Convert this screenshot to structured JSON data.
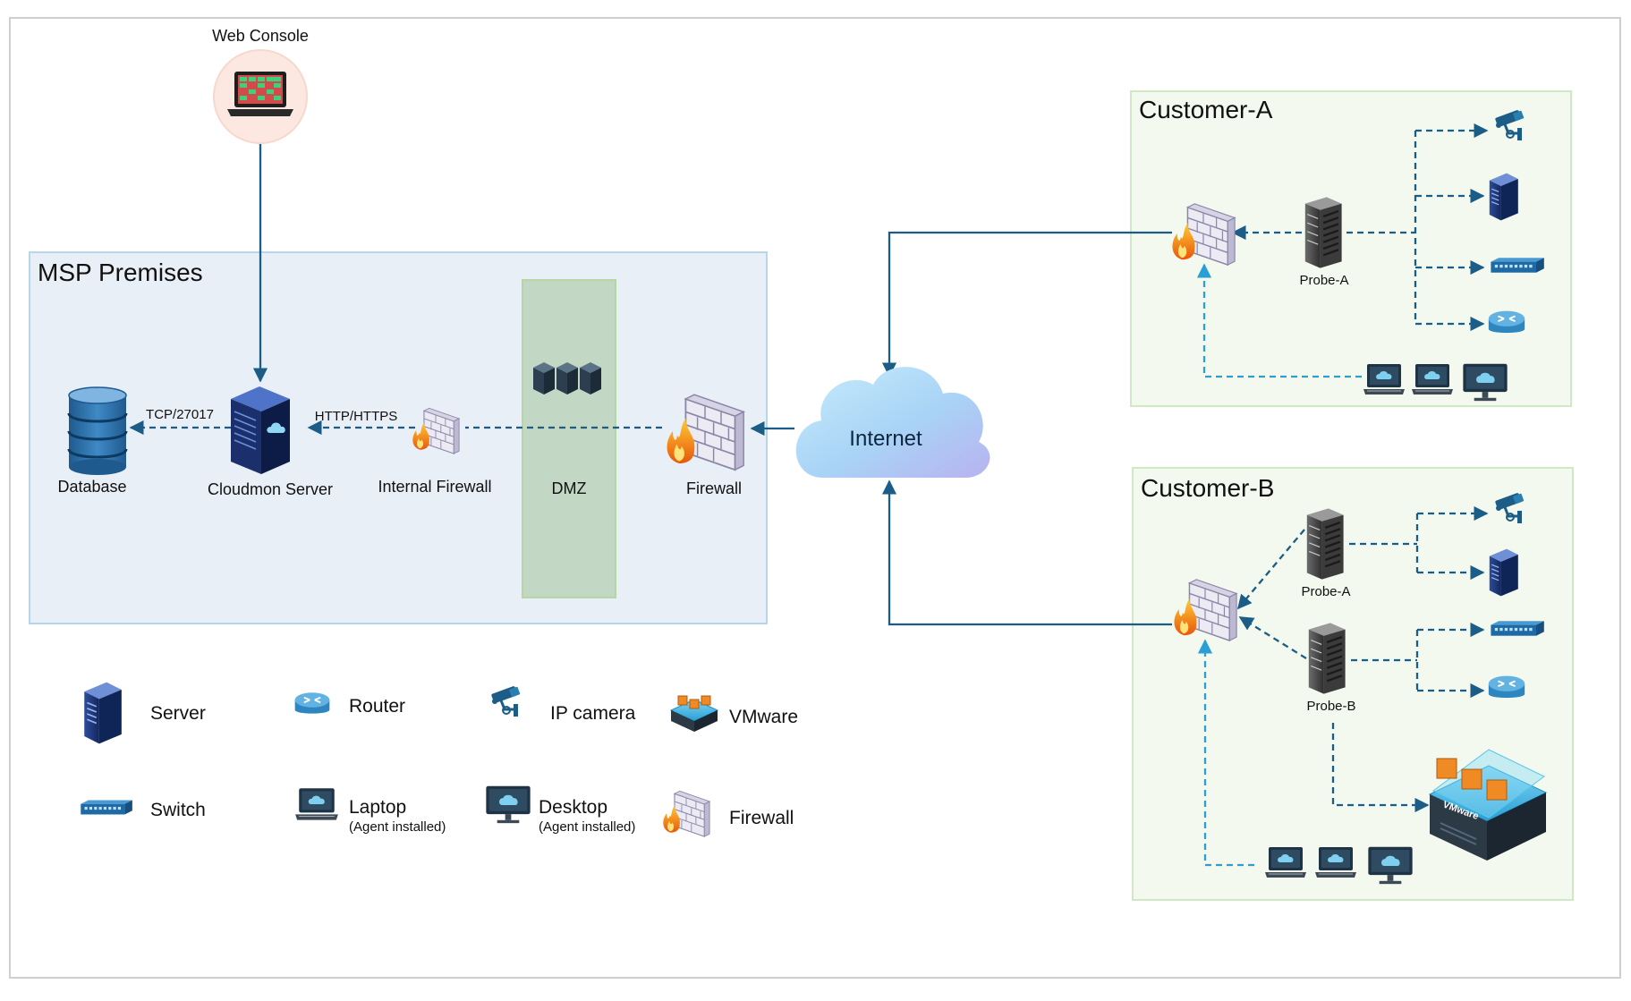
{
  "web_console": {
    "label": "Web Console"
  },
  "msp": {
    "title": "MSP Premises",
    "database": "Database",
    "server": "Cloudmon Server",
    "internal_firewall": "Internal Firewall",
    "dmz": "DMZ",
    "firewall": "Firewall",
    "proto_db": "TCP/27017",
    "proto_http": "HTTP/HTTPS"
  },
  "internet": {
    "label": "Internet"
  },
  "customer_a": {
    "title": "Customer-A",
    "probe": "Probe-A"
  },
  "customer_b": {
    "title": "Customer-B",
    "probe_a": "Probe-A",
    "probe_b": "Probe-B",
    "vmware_label": "VMware"
  },
  "legend": {
    "server": "Server",
    "router": "Router",
    "ip_camera": "IP camera",
    "vmware": "VMware",
    "switch": "Switch",
    "laptop": "Laptop",
    "laptop_note": "(Agent installed)",
    "desktop": "Desktop",
    "desktop_note": "(Agent installed)",
    "firewall": "Firewall"
  },
  "colors": {
    "connector": "#1b5d86",
    "agent_connector": "#2a9fd6",
    "msp_bg": "#e8eff6",
    "dmz_bg": "#c2d8c4",
    "customer_bg": "#f3f9ee"
  }
}
